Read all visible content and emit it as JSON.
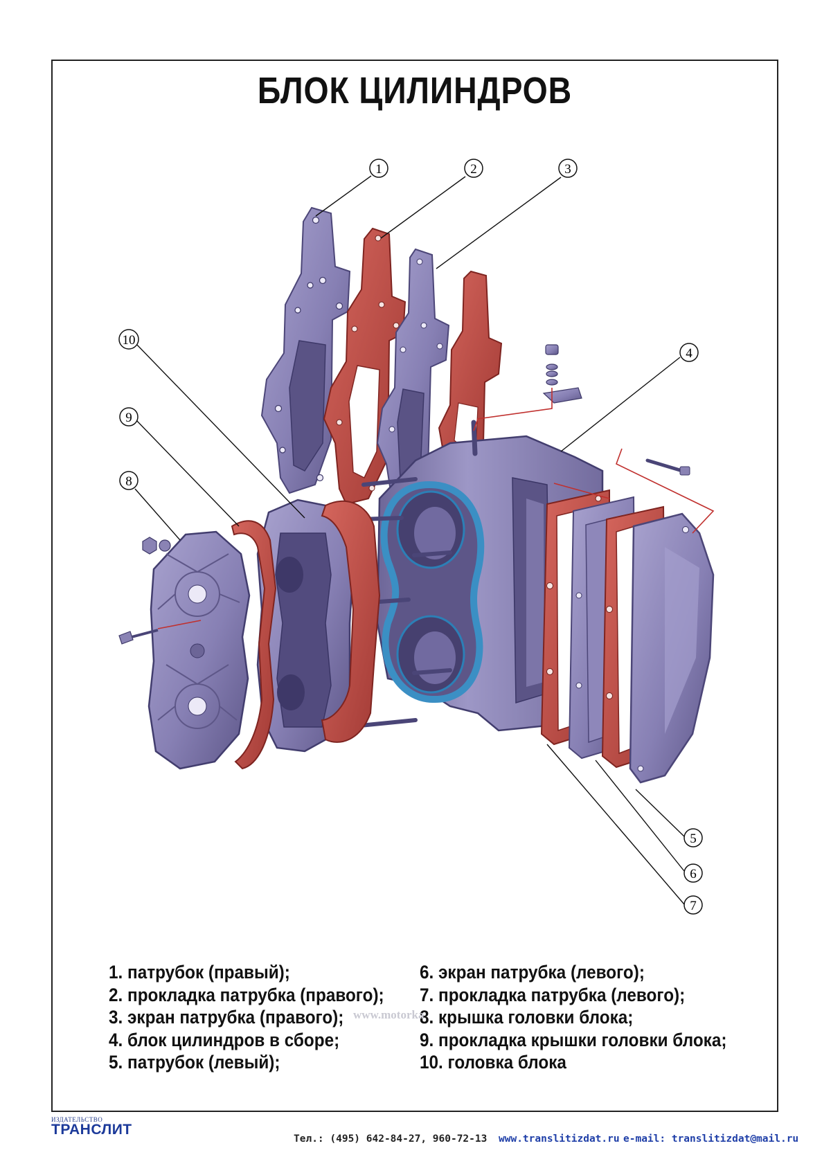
{
  "title": "БЛОК ЦИЛИНДРОВ",
  "callouts": [
    "1",
    "2",
    "3",
    "4",
    "5",
    "6",
    "7",
    "8",
    "9",
    "10"
  ],
  "legend": {
    "left": [
      "1. патрубок (правый);",
      "2. прокладка патрубка (правого);",
      "3. экран патрубка (правого);",
      "4. блок цилиндров в сборе;",
      "5. патрубок (левый);"
    ],
    "right": [
      "6. экран патрубка (левого);",
      "7. прокладка патрубка (левого);",
      "8. крышка головки блока;",
      "9. прокладка крышки головки блока;",
      "10. головка блока"
    ]
  },
  "watermark": "www.motorka",
  "publisher": {
    "label": "ИЗДАТЕЛЬСТВО",
    "name": "ТРАНСЛИТ"
  },
  "footer": {
    "phone": "Тел.: (495) 642-84-27, 960-72-13",
    "website": "www.translitizdat.ru",
    "email": "e-mail: translitizdat@mail.ru"
  },
  "colors": {
    "metal": "#8a83b4",
    "metal_dark": "#5e5788",
    "gasket": "#c2514a",
    "gasket_dark": "#8f2e2a",
    "seal": "#3b8fc4",
    "leader_red": "#c0302e"
  }
}
